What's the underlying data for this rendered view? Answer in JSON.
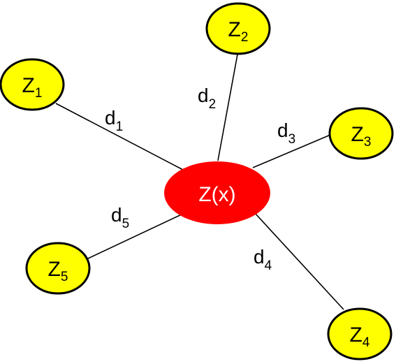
{
  "center": {
    "label": "Z(x)",
    "color": "#ff0000",
    "text_color": "#ffffff"
  },
  "neighbor_color": "#ffff00",
  "outline_color": "#000000",
  "neighbors": [
    {
      "base": "Z",
      "sub": "1",
      "distance": {
        "base": "d",
        "sub": "1"
      }
    },
    {
      "base": "Z",
      "sub": "2",
      "distance": {
        "base": "d",
        "sub": "2"
      }
    },
    {
      "base": "Z",
      "sub": "3",
      "distance": {
        "base": "d",
        "sub": "3"
      }
    },
    {
      "base": "Z",
      "sub": "4",
      "distance": {
        "base": "d",
        "sub": "4"
      }
    },
    {
      "base": "Z",
      "sub": "5",
      "distance": {
        "base": "d",
        "sub": "5"
      }
    }
  ]
}
